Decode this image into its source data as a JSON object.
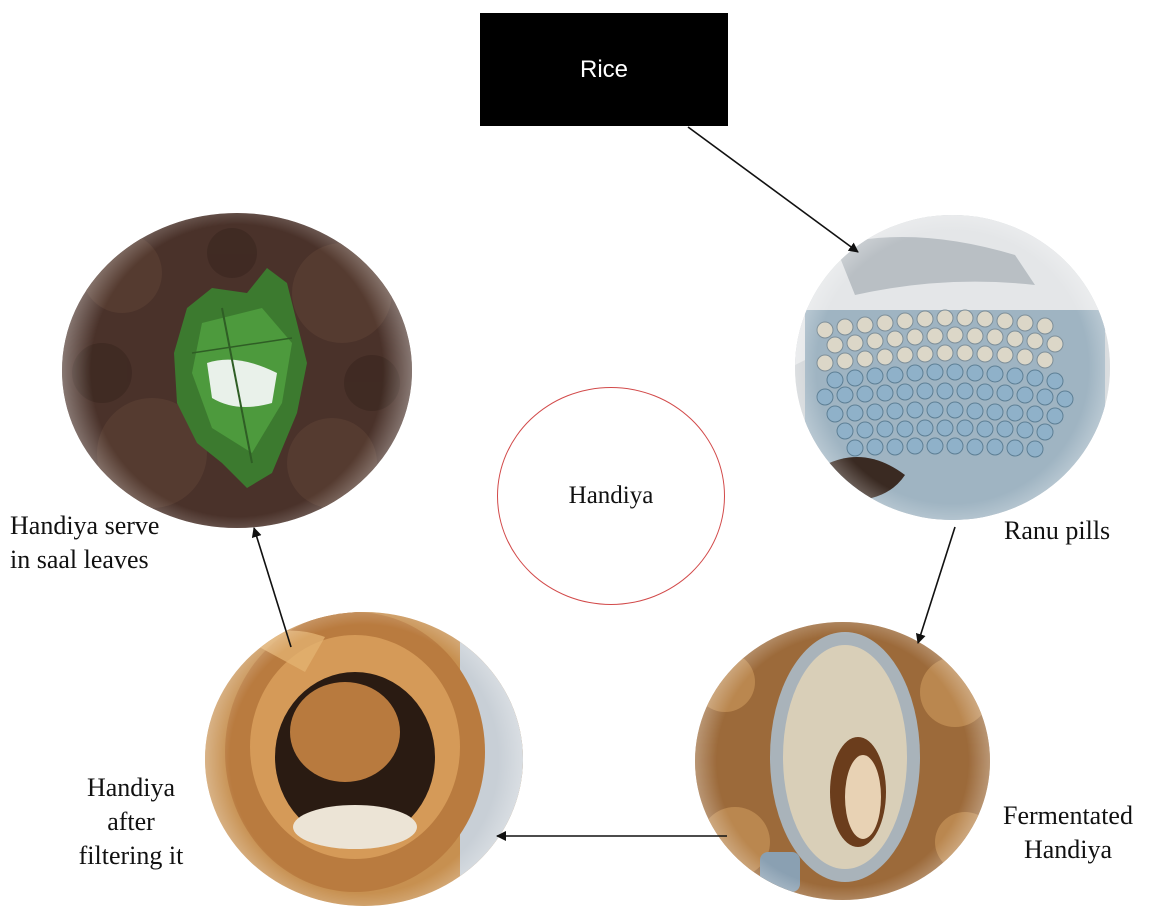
{
  "diagram": {
    "title_box": "Rice",
    "center": "Handiya",
    "labels": {
      "ranu_pills": "Ranu pills",
      "fermentated_line1": "Fermentated",
      "fermentated_line2": "Handiya",
      "filtering_line1": "Handiya",
      "filtering_line2": "after",
      "filtering_line3": "filtering it",
      "serve_line1": "Handiya serve",
      "serve_line2": "in saal leaves"
    },
    "colors": {
      "box": "#000000",
      "ring": "#d24a4a",
      "arrow": "#111111"
    }
  }
}
